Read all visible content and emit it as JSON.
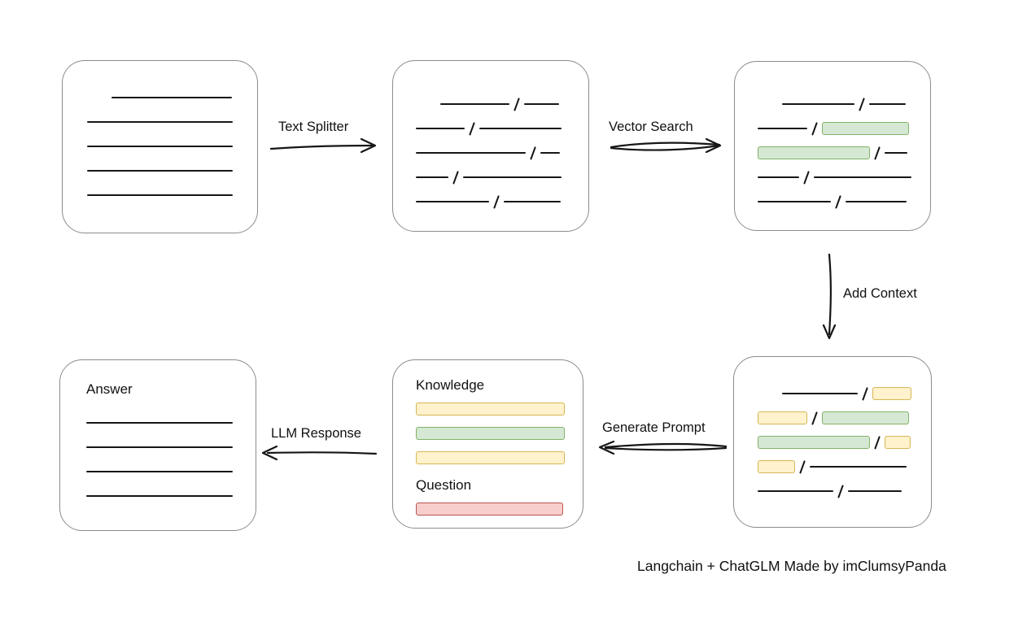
{
  "diagram": {
    "caption": "Langchain + ChatGLM Made by imClumsyPanda",
    "colors": {
      "green_fill": "#d5e8d4",
      "green_stroke": "#82b366",
      "yellow_fill": "#fff2cc",
      "yellow_stroke": "#d6b656",
      "red_fill": "#f8cecc",
      "red_stroke": "#b85450"
    },
    "arrows": {
      "text_splitter": {
        "label": "Text Splitter",
        "direction": "right"
      },
      "vector_search": {
        "label": "Vector Search",
        "direction": "right"
      },
      "add_context": {
        "label": "Add Context",
        "direction": "down"
      },
      "generate_prompt": {
        "label": "Generate Prompt",
        "direction": "left"
      },
      "llm_response": {
        "label": "LLM Response",
        "direction": "left"
      }
    },
    "boxes": {
      "source_document": {
        "rows": [
          {
            "indent": 30,
            "seg": [
              {
                "t": "line",
                "w": 148
              }
            ]
          },
          {
            "seg": [
              {
                "t": "line",
                "w": 179
              }
            ]
          },
          {
            "seg": [
              {
                "t": "line",
                "w": 179
              }
            ]
          },
          {
            "seg": [
              {
                "t": "line",
                "w": 179
              }
            ]
          },
          {
            "seg": [
              {
                "t": "line",
                "w": 179
              }
            ]
          }
        ]
      },
      "split_chunks": {
        "rows": [
          {
            "indent": 30,
            "seg": [
              {
                "t": "line",
                "w": 85
              },
              {
                "t": "line",
                "w": 43
              }
            ]
          },
          {
            "seg": [
              {
                "t": "line",
                "w": 60
              },
              {
                "t": "line",
                "w": 101
              }
            ]
          },
          {
            "seg": [
              {
                "t": "line",
                "w": 135
              },
              {
                "t": "line",
                "w": 24
              }
            ]
          },
          {
            "seg": [
              {
                "t": "line",
                "w": 40
              },
              {
                "t": "line",
                "w": 121
              }
            ]
          },
          {
            "seg": [
              {
                "t": "line",
                "w": 90
              },
              {
                "t": "line",
                "w": 70
              }
            ]
          }
        ]
      },
      "matched_chunks": {
        "rows": [
          {
            "indent": 30,
            "seg": [
              {
                "t": "line",
                "w": 89
              },
              {
                "t": "line",
                "w": 45
              }
            ]
          },
          {
            "seg": [
              {
                "t": "line",
                "w": 61
              },
              {
                "t": "green",
                "w": 107
              }
            ]
          },
          {
            "seg": [
              {
                "t": "green",
                "w": 138
              },
              {
                "t": "line",
                "w": 28
              }
            ]
          },
          {
            "seg": [
              {
                "t": "line",
                "w": 51
              },
              {
                "t": "line",
                "w": 120
              }
            ]
          },
          {
            "seg": [
              {
                "t": "line",
                "w": 90
              },
              {
                "t": "line",
                "w": 75
              }
            ]
          }
        ]
      },
      "context_chunks": {
        "rows": [
          {
            "indent": 30,
            "seg": [
              {
                "t": "line",
                "w": 93
              },
              {
                "t": "yellow",
                "w": 48
              }
            ]
          },
          {
            "seg": [
              {
                "t": "yellow",
                "w": 61
              },
              {
                "t": "green",
                "w": 107
              }
            ]
          },
          {
            "seg": [
              {
                "t": "green",
                "w": 138
              },
              {
                "t": "yellow",
                "w": 32
              }
            ]
          },
          {
            "seg": [
              {
                "t": "yellow",
                "w": 46
              },
              {
                "t": "line",
                "w": 119
              }
            ]
          },
          {
            "seg": [
              {
                "t": "line",
                "w": 93
              },
              {
                "t": "line",
                "w": 66
              }
            ]
          }
        ]
      },
      "prompt": {
        "knowledge_label": "Knowledge",
        "question_label": "Question",
        "knowledge_bars": [
          {
            "seg": [
              {
                "t": "yellow",
                "w": 183
              }
            ]
          },
          {
            "seg": [
              {
                "t": "green",
                "w": 183
              }
            ]
          },
          {
            "seg": [
              {
                "t": "yellow",
                "w": 183
              }
            ]
          }
        ],
        "question_bars": [
          {
            "seg": [
              {
                "t": "red",
                "w": 181
              }
            ]
          }
        ]
      },
      "answer": {
        "label": "Answer",
        "rows": [
          {
            "seg": [
              {
                "t": "line",
                "w": 180
              }
            ]
          },
          {
            "seg": [
              {
                "t": "line",
                "w": 180
              }
            ]
          },
          {
            "seg": [
              {
                "t": "line",
                "w": 180
              }
            ]
          },
          {
            "seg": [
              {
                "t": "line",
                "w": 180
              }
            ]
          }
        ]
      }
    }
  }
}
